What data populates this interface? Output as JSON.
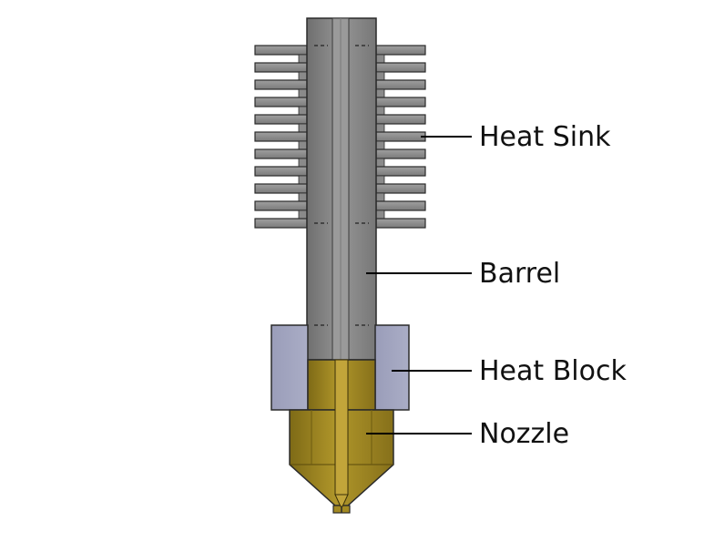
{
  "labels": {
    "heat_sink": "Heat Sink",
    "barrel": "Barrel",
    "heat_block": "Heat Block",
    "nozzle": "Nozzle"
  },
  "colors": {
    "steel": "#8c8c8c",
    "steel_dark": "#6e6e6e",
    "heat_block": "#a3a6c0",
    "brass": "#a38a22",
    "brass_dark": "#7d6a14",
    "outline": "#2a2a2a",
    "leader": "#000000"
  }
}
